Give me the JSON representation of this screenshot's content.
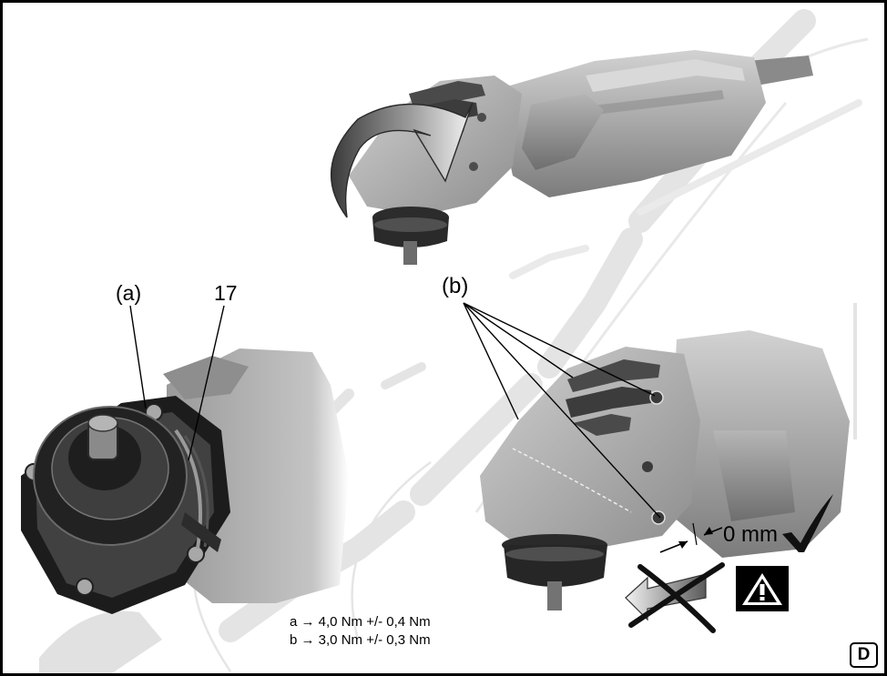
{
  "labels": {
    "a": "(a)",
    "part": "17",
    "b": "(b)",
    "gap": "0 mm"
  },
  "torque": {
    "line_a": "a → 4,0 Nm +/- 0,4 Nm",
    "line_b": "b → 3,0 Nm +/- 0,3 Nm"
  },
  "figure_letter": "D",
  "icons": {
    "rotation": "rotation-arrow-icon",
    "check": "checkmark-icon",
    "crossed_arrow": "crossed-arrow-icon",
    "warning": "warning-triangle-icon"
  },
  "colors": {
    "tool_body": "#b9b9b9",
    "tool_shadow": "#7d7d7d",
    "tool_dark": "#2e2e2e",
    "watermark": "#d4d4d4"
  }
}
